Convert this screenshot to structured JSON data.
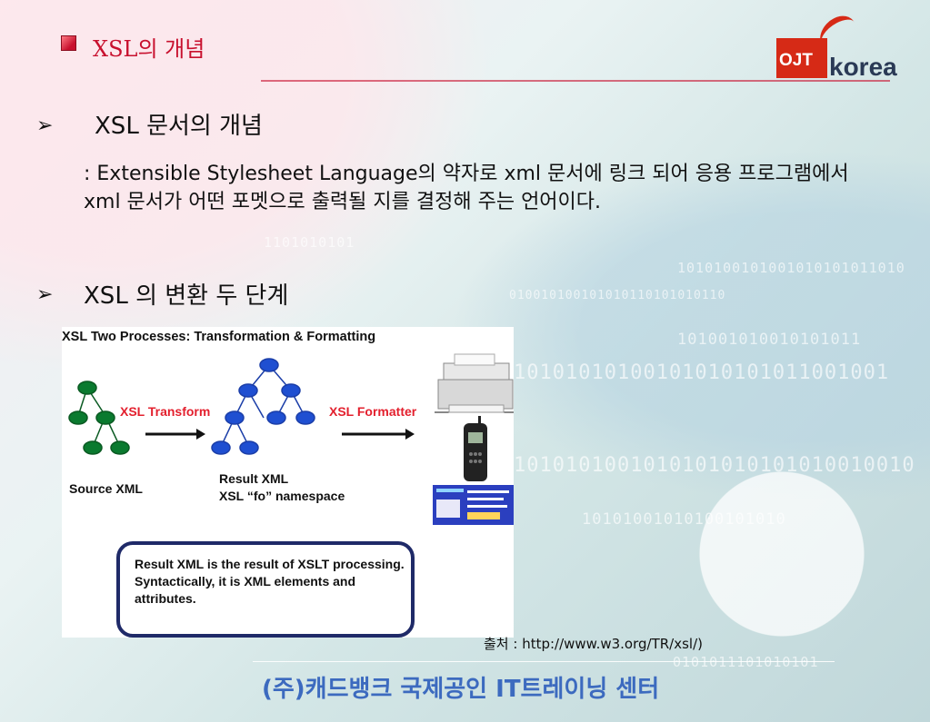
{
  "header": {
    "title": "XSL의 개념"
  },
  "logo": {
    "ojt": "OJT",
    "korea": "korea"
  },
  "section1": {
    "heading": "XSL 문서의 개념",
    "bullet": "➢"
  },
  "description": ": Extensible Stylesheet Language의 약자로 xml 문서에 링크 되어 응용 프로그램에서 xml 문서가 어떤 포멧으로 출력될 지를 결정해 주는 언어이다.",
  "section2": {
    "heading": "XSL 의 변환 두 단계",
    "bullet": "➢"
  },
  "figure": {
    "title": "XSL Two Processes: Transformation & Formatting",
    "transform_label": "XSL Transform",
    "formatter_label": "XSL Formatter",
    "source_label": "Source XML",
    "result_line1": "Result XML",
    "result_line2": "XSL “fo” namespace",
    "note": "Result XML is the result of XSLT processing.  Syntactically, it is XML elements and attributes.",
    "colors": {
      "node": "#0a7a2f",
      "result_node": "#1f4fd1",
      "accent": "#e3202e",
      "box": "#1f2a68"
    }
  },
  "source_text": "출처 : http://www.w3.org/TR/xsl/)",
  "footer": "(주)캐드뱅크 국제공인 IT트레이닝 센터",
  "background_digits": [
    "1101010101",
    "1010100101001010101011010",
    "010010100101010110101010110",
    "101001010010101011",
    "10101010100101010101011001001",
    "1010101001010101010101010010010",
    "10101001010100101010",
    "0101011101010101"
  ]
}
